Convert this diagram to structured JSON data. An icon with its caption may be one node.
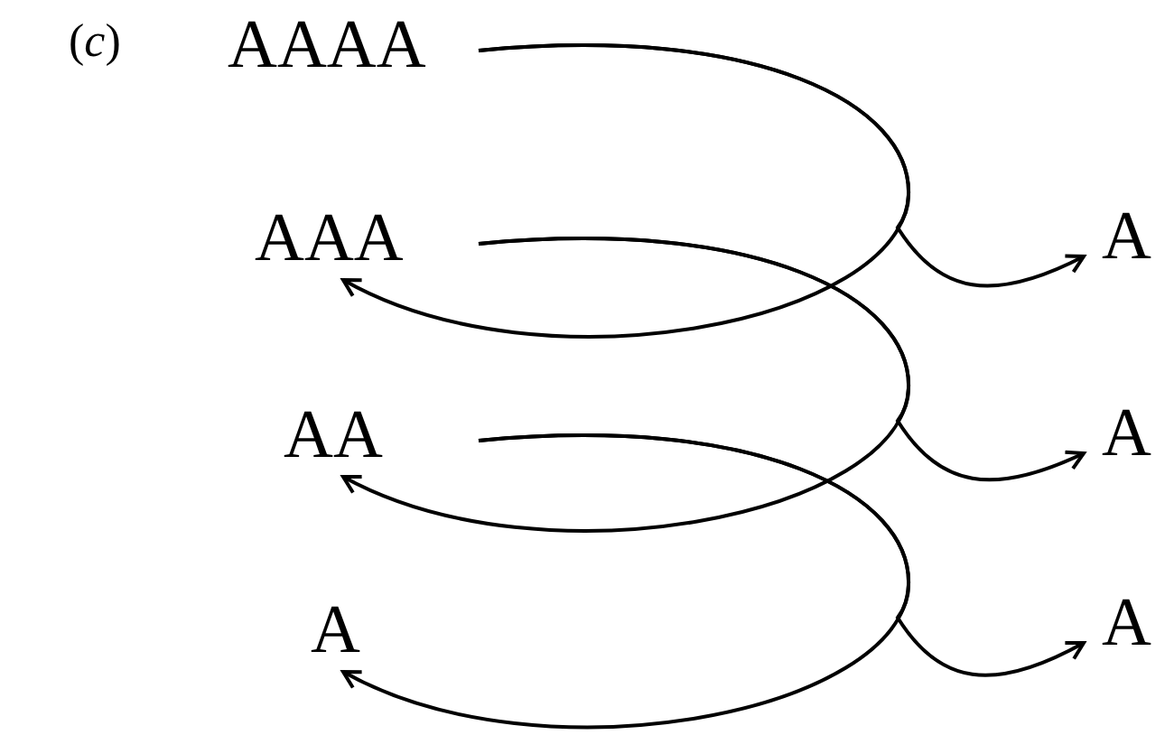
{
  "diagram": {
    "nodes": [
      {
        "text": [
          "AAAA"
        ]
      },
      {
        "text": [
          "AAA"
        ]
      },
      {
        "text": [
          "AA"
        ]
      },
      {
        "text": [
          "A"
        ]
      },
      {
        "text": [
          "A"
        ]
      },
      {
        "text": [
          "A"
        ]
      },
      {
        "text": [
          "A"
        ]
      }
    ],
    "edges": [
      {
        "from": 0,
        "to": 1,
        "arrow": "to"
      },
      {
        "from": 0,
        "to": 4,
        "arrow": "to"
      },
      {
        "from": 1,
        "to": 2,
        "arrow": "to"
      },
      {
        "from": 1,
        "to": 5,
        "arrow": "to"
      },
      {
        "from": 2,
        "to": 3,
        "arrow": "to"
      },
      {
        "from": 2,
        "to": 6,
        "arrow": "to"
      }
    ],
    "labels": [
      "(*c*)"
    ]
  }
}
